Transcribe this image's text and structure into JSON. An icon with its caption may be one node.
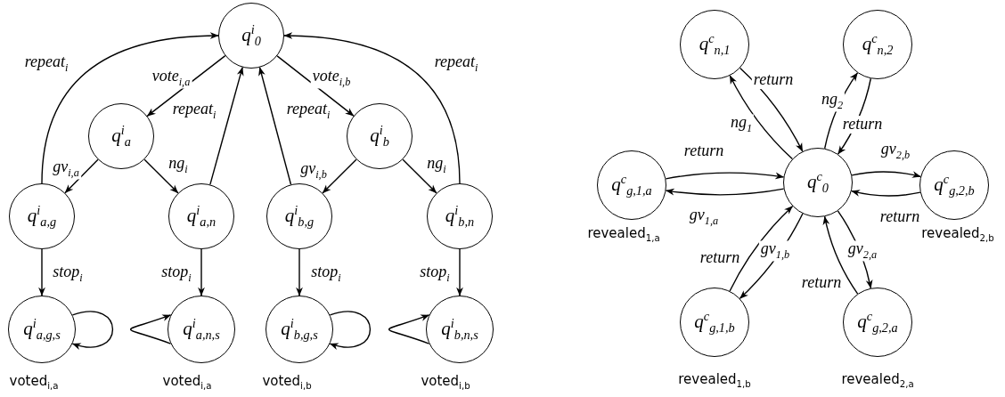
{
  "diagram": {
    "nodes": [
      {
        "text": [
          "q$^{i}$$_{0}$"
        ]
      },
      {
        "text": [
          "q$^{i}$$_{a}$"
        ]
      },
      {
        "text": [
          "q$^{i}$$_{b}$"
        ]
      },
      {
        "text": [
          "q$^{i}$$_{a,g}$"
        ]
      },
      {
        "text": [
          "q$^{i}$$_{a,n}$"
        ]
      },
      {
        "text": [
          "q$^{i}$$_{b,g}$"
        ]
      },
      {
        "text": [
          "q$^{i}$$_{b,n}$"
        ]
      },
      {
        "text": [
          "q$^{i}$$_{a,g,s}$"
        ],
        "beside": [
          "voted$_{i,a}$"
        ]
      },
      {
        "text": [
          "q$^{i}$$_{a,n,s}$"
        ],
        "beside": [
          "voted$_{i,a}$"
        ]
      },
      {
        "text": [
          "q$^{i}$$_{b,g,s}$"
        ],
        "beside": [
          "voted$_{i,b}$"
        ]
      },
      {
        "text": [
          "q$^{i}$$_{b,n,s}$"
        ],
        "beside": [
          "voted$_{i,b}$"
        ]
      },
      {
        "text": [
          "q$^{c}$$_{n,1}$"
        ]
      },
      {
        "text": [
          "q$^{c}$$_{n,2}$"
        ]
      },
      {
        "text": [
          "q$^{c}$$_{g,1,a}$"
        ],
        "beside": [
          "revealed$_{1,a}$"
        ]
      },
      {
        "text": [
          "q$^{c}$$_{0}$"
        ]
      },
      {
        "text": [
          "q$^{c}$$_{g,2,b}$"
        ],
        "beside": [
          "revealed$_{2,b}$"
        ]
      },
      {
        "text": [
          "q$^{c}$$_{g,1,b}$"
        ],
        "beside": [
          "revealed$_{1,b}$"
        ]
      },
      {
        "text": [
          "q$^{c}$$_{g,2,a}$"
        ],
        "beside": [
          "revealed$_{2,a}$"
        ]
      }
    ],
    "edges": [
      {
        "from": 0,
        "to": 1,
        "arrow": "to",
        "label": "vote$_{i,a}$"
      },
      {
        "from": 0,
        "to": 2,
        "arrow": "to",
        "label": "vote$_{i,b}$"
      },
      {
        "from": 1,
        "to": 3,
        "arrow": "to",
        "label": "gv$_{i,a}$"
      },
      {
        "from": 1,
        "to": 4,
        "arrow": "to",
        "label": "ng$_{i}$"
      },
      {
        "from": 2,
        "to": 5,
        "arrow": "to",
        "label": "gv$_{i,b}$"
      },
      {
        "from": 2,
        "to": 6,
        "arrow": "to",
        "label": "ng$_{i}$"
      },
      {
        "from": 3,
        "to": 0,
        "arrow": "to",
        "label": "repeat$_{i}$"
      },
      {
        "from": 4,
        "to": 0,
        "arrow": "to",
        "label": "repeat$_{i}$"
      },
      {
        "from": 5,
        "to": 0,
        "arrow": "to",
        "label": "repeat$_{i}$"
      },
      {
        "from": 6,
        "to": 0,
        "arrow": "to",
        "label": "repeat$_{i}$"
      },
      {
        "from": 3,
        "to": 7,
        "arrow": "to",
        "label": "stop$_{i}$"
      },
      {
        "from": 4,
        "to": 8,
        "arrow": "to",
        "label": "stop$_{i}$"
      },
      {
        "from": 5,
        "to": 9,
        "arrow": "to",
        "label": "stop$_{i}$"
      },
      {
        "from": 6,
        "to": 10,
        "arrow": "to",
        "label": "stop$_{i}$"
      },
      {
        "from": 7,
        "to": 7,
        "arrow": "to"
      },
      {
        "from": 8,
        "to": 8,
        "arrow": "to"
      },
      {
        "from": 9,
        "to": 9,
        "arrow": "to"
      },
      {
        "from": 10,
        "to": 10,
        "arrow": "to"
      },
      {
        "from": 14,
        "to": 11,
        "arrow": "to",
        "label": "ng$_{1}$"
      },
      {
        "from": 11,
        "to": 14,
        "arrow": "to",
        "label": "return"
      },
      {
        "from": 14,
        "to": 12,
        "arrow": "to",
        "label": "ng$_{2}$"
      },
      {
        "from": 12,
        "to": 14,
        "arrow": "to",
        "label": "return"
      },
      {
        "from": 13,
        "to": 14,
        "arrow": "to",
        "label": "return"
      },
      {
        "from": 14,
        "to": 13,
        "arrow": "to",
        "label": "gv$_{1,a}$"
      },
      {
        "from": 14,
        "to": 15,
        "arrow": "to",
        "label": "gv$_{2,b}$"
      },
      {
        "from": 15,
        "to": 14,
        "arrow": "to",
        "label": "return"
      },
      {
        "from": 16,
        "to": 14,
        "arrow": "to",
        "label": "return"
      },
      {
        "from": 14,
        "to": 16,
        "arrow": "to",
        "label": "gv$_{1,b}$"
      },
      {
        "from": 14,
        "to": 17,
        "arrow": "to",
        "label": "gv$_{2,a}$"
      },
      {
        "from": 17,
        "to": 14,
        "arrow": "to",
        "label": "return"
      }
    ]
  }
}
